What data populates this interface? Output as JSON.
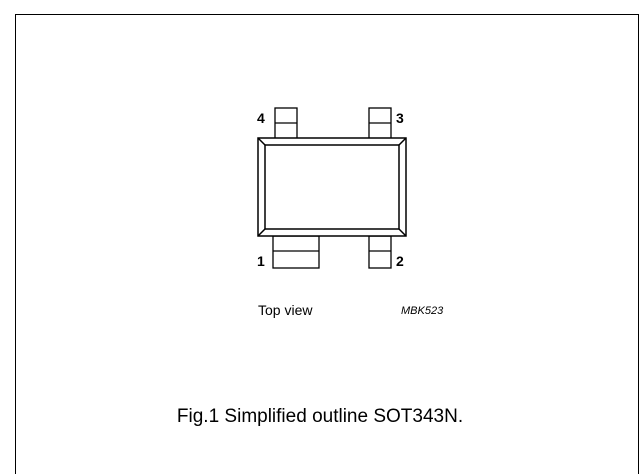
{
  "diagram": {
    "pins": [
      "4",
      "3",
      "1",
      "2"
    ],
    "view_label": "Top view",
    "ref_code": "MBK523",
    "figure_caption": "Fig.1  Simplified outline SOT343N."
  }
}
